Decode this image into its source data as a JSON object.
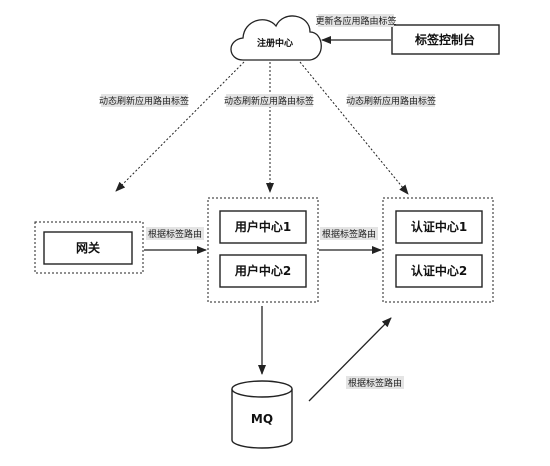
{
  "nodes": {
    "registry": "注册中心",
    "tag_console": "标签控制台",
    "gateway": "网关",
    "user_center_1": "用户中心1",
    "user_center_2": "用户中心2",
    "auth_center_1": "认证中心1",
    "auth_center_2": "认证中心2",
    "mq": "MQ"
  },
  "edges": {
    "update_tags": "更新各应用路由标签",
    "refresh_gateway": "动态刷新应用路由标签",
    "refresh_user": "动态刷新应用路由标签",
    "refresh_auth": "动态刷新应用路由标签",
    "route_gateway_user": "根据标签路由",
    "route_user_auth": "根据标签路由",
    "route_mq_auth": "根据标签路由"
  },
  "colors": {
    "stroke": "#222222",
    "label_background": "#e4e4e4"
  }
}
